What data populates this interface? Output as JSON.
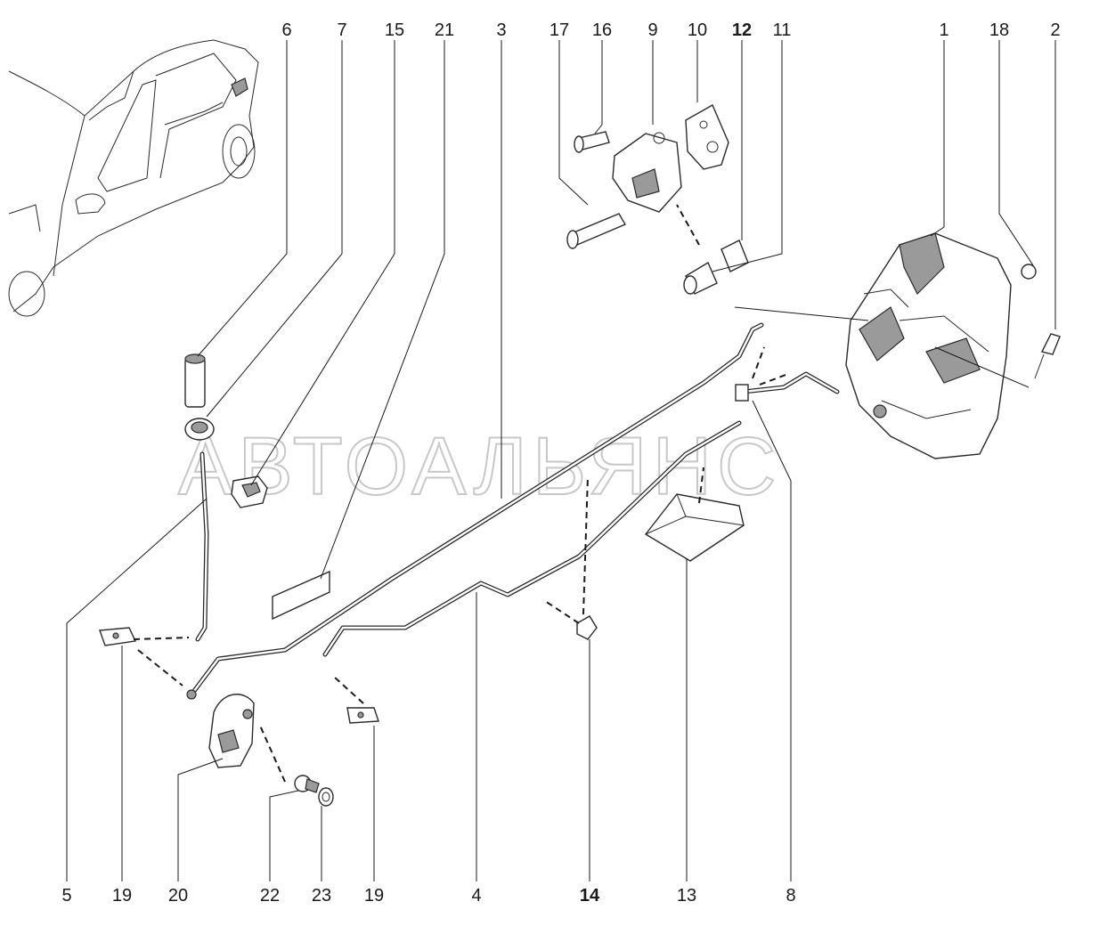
{
  "watermark": "АВТОАЛЬЯНС",
  "callouts_top": [
    {
      "id": "label-6",
      "text": "6"
    },
    {
      "id": "label-7",
      "text": "7"
    },
    {
      "id": "label-15",
      "text": "15"
    },
    {
      "id": "label-21",
      "text": "21"
    },
    {
      "id": "label-3",
      "text": "3"
    },
    {
      "id": "label-17",
      "text": "17"
    },
    {
      "id": "label-16",
      "text": "16"
    },
    {
      "id": "label-9",
      "text": "9"
    },
    {
      "id": "label-10",
      "text": "10"
    },
    {
      "id": "label-12",
      "text": "12"
    },
    {
      "id": "label-11",
      "text": "11"
    },
    {
      "id": "label-1",
      "text": "1"
    },
    {
      "id": "label-18",
      "text": "18"
    },
    {
      "id": "label-2",
      "text": "2"
    }
  ],
  "callouts_bottom": [
    {
      "id": "label-5",
      "text": "5"
    },
    {
      "id": "label-19a",
      "text": "19"
    },
    {
      "id": "label-20",
      "text": "20"
    },
    {
      "id": "label-22",
      "text": "22"
    },
    {
      "id": "label-23",
      "text": "23"
    },
    {
      "id": "label-19b",
      "text": "19"
    },
    {
      "id": "label-4",
      "text": "4"
    },
    {
      "id": "label-14",
      "text": "14"
    },
    {
      "id": "label-13",
      "text": "13"
    },
    {
      "id": "label-8",
      "text": "8"
    }
  ]
}
